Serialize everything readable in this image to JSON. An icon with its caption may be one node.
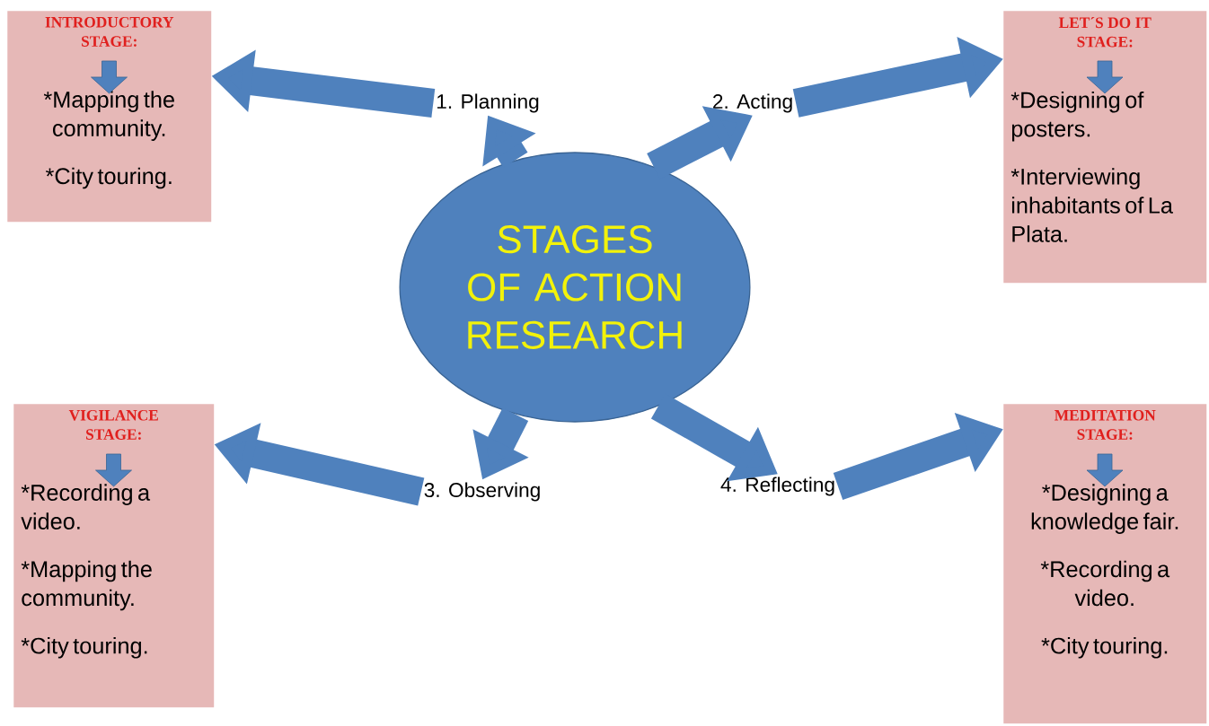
{
  "diagram": {
    "nodes": [
      {
        "text": [
          "STAGES OF ACTION RESEARCH"
        ]
      },
      {
        "text": [
          "1. Planning"
        ]
      },
      {
        "text": [
          "2. Acting"
        ]
      },
      {
        "text": [
          "3. Observing"
        ]
      },
      {
        "text": [
          "4. Reflecting"
        ]
      },
      {
        "text": [
          "INTRODUCTORY STAGE:",
          "*Mapping the community.",
          "*City touring."
        ]
      },
      {
        "text": [
          "LET´S DO IT STAGE:",
          "*Designing of posters.",
          "*Interviewing inhabitants of La Plata."
        ]
      },
      {
        "text": [
          "VIGILANCE STAGE:",
          "*Recording a video.",
          "*Mapping the community.",
          "*City touring."
        ]
      },
      {
        "text": [
          "MEDITATION STAGE:",
          "*Designing a knowledge fair.",
          "*Recording a video.",
          "*City touring."
        ]
      }
    ],
    "edges": [
      {
        "from": 0,
        "to": 1,
        "arrow": "to"
      },
      {
        "from": 0,
        "to": 2,
        "arrow": "to"
      },
      {
        "from": 0,
        "to": 3,
        "arrow": "to"
      },
      {
        "from": 0,
        "to": 4,
        "arrow": "to"
      },
      {
        "from": 1,
        "to": 5,
        "arrow": "to"
      },
      {
        "from": 2,
        "to": 6,
        "arrow": "to"
      },
      {
        "from": 3,
        "to": 7,
        "arrow": "to"
      },
      {
        "from": 4,
        "to": 8,
        "arrow": "to"
      }
    ]
  }
}
